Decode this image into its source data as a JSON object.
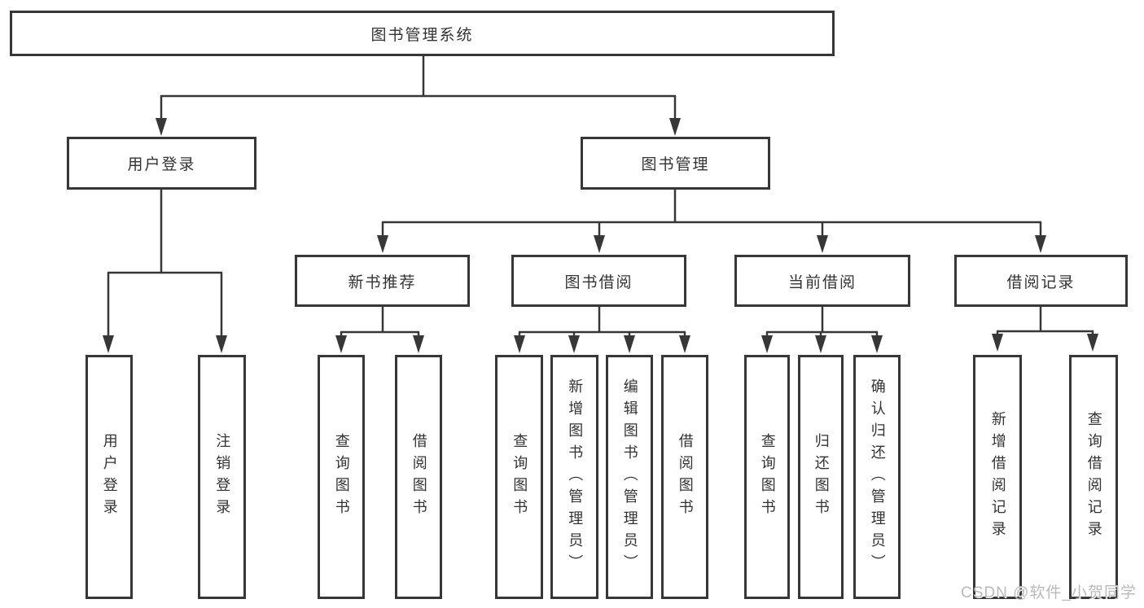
{
  "tree": {
    "root": {
      "label": "图书管理系统"
    },
    "level2": [
      {
        "label": "用户登录",
        "leaves": [
          {
            "label": "用户登录"
          },
          {
            "label": "注销登录"
          }
        ]
      },
      {
        "label": "图书管理",
        "groups": [
          {
            "label": "新书推荐",
            "leaves": [
              {
                "label": "查询图书"
              },
              {
                "label": "借阅图书"
              }
            ]
          },
          {
            "label": "图书借阅",
            "leaves": [
              {
                "label": "查询图书"
              },
              {
                "label": "新增图书（管理员）"
              },
              {
                "label": "编辑图书（管理员）"
              },
              {
                "label": "借阅图书"
              }
            ]
          },
          {
            "label": "当前借阅",
            "leaves": [
              {
                "label": "查询图书"
              },
              {
                "label": "归还图书"
              },
              {
                "label": "确认归还（管理员）"
              }
            ]
          },
          {
            "label": "借阅记录",
            "leaves": [
              {
                "label": "新增借阅记录"
              },
              {
                "label": "查询借阅记录"
              }
            ]
          }
        ]
      }
    ]
  },
  "watermark": {
    "text": "CSDN @软件_小贺同学"
  },
  "colors": {
    "line": "#373737",
    "box_border": "#373737",
    "text": "#333333",
    "watermark": "#b9b9b9",
    "background": "#ffffff"
  }
}
